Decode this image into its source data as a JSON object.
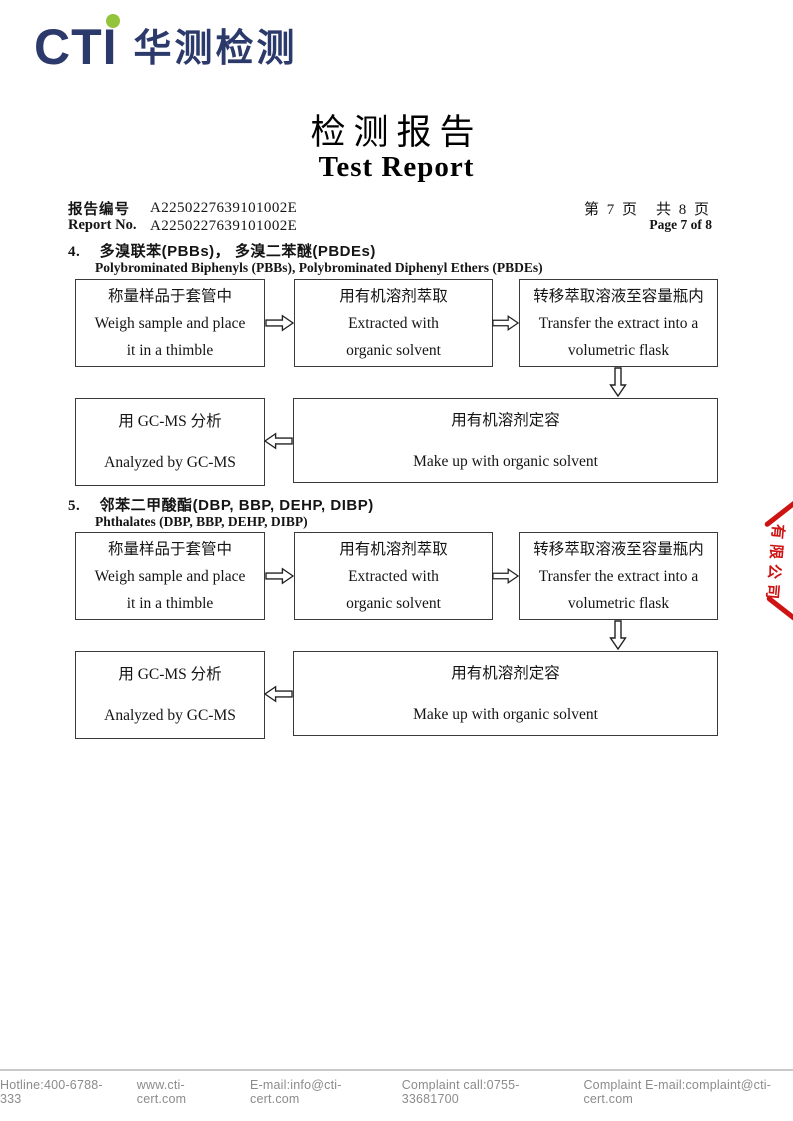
{
  "logo": {
    "cti": "CTI",
    "cn": "华测检测"
  },
  "title": {
    "cn": "检测报告",
    "en": "Test Report"
  },
  "report_info": {
    "label_cn": "报告编号",
    "label_en": "Report No.",
    "number_line1": "A2250227639101002E",
    "number_line2": "A2250227639101002E",
    "page_cn": "第 7 页　共 8 页",
    "page_en": "Page 7 of 8"
  },
  "sections": [
    {
      "num": "4.",
      "title_cn": "多溴联苯(PBBs)， 多溴二苯醚(PBDEs)",
      "title_en": "Polybrominated Biphenyls (PBBs), Polybrominated Diphenyl Ethers (PBDEs)",
      "flow": {
        "step1": {
          "cn": "称量样品于套管中",
          "en1": "Weigh sample and place",
          "en2": "it in a thimble"
        },
        "step2": {
          "cn": "用有机溶剂萃取",
          "en1": "Extracted with",
          "en2": "organic solvent"
        },
        "step3": {
          "cn": "转移萃取溶液至容量瓶内",
          "en1": "Transfer the extract into a",
          "en2": "volumetric flask"
        },
        "step4": {
          "cn": "用 GC-MS 分析",
          "en": "Analyzed by GC-MS"
        },
        "step5": {
          "cn": "用有机溶剂定容",
          "en": "Make up with organic solvent"
        }
      }
    },
    {
      "num": "5.",
      "title_cn": "邻苯二甲酸酯(DBP, BBP, DEHP, DIBP)",
      "title_en": "Phthalates (DBP, BBP, DEHP, DIBP)",
      "flow": {
        "step1": {
          "cn": "称量样品于套管中",
          "en1": "Weigh sample and place",
          "en2": "it in a thimble"
        },
        "step2": {
          "cn": "用有机溶剂萃取",
          "en1": "Extracted with",
          "en2": "organic solvent"
        },
        "step3": {
          "cn": "转移萃取溶液至容量瓶内",
          "en1": "Transfer the extract into a",
          "en2": "volumetric flask"
        },
        "step4": {
          "cn": "用 GC-MS 分析",
          "en": "Analyzed by GC-MS"
        },
        "step5": {
          "cn": "用有机溶剂定容",
          "en": "Make up with organic solvent"
        }
      }
    }
  ],
  "stamp": {
    "text": "有限公司",
    "color": "#ce1412"
  },
  "footer": {
    "items": [
      "Hotline:400-6788-333",
      "www.cti-cert.com",
      "E-mail:info@cti-cert.com",
      "Complaint call:0755-33681700",
      "Complaint E-mail:complaint@cti-cert.com"
    ]
  },
  "colors": {
    "brand_navy": "#2b3a6b",
    "brand_green": "#94c33c",
    "stamp_red": "#ce1412",
    "box_border": "#3a3a3a"
  }
}
